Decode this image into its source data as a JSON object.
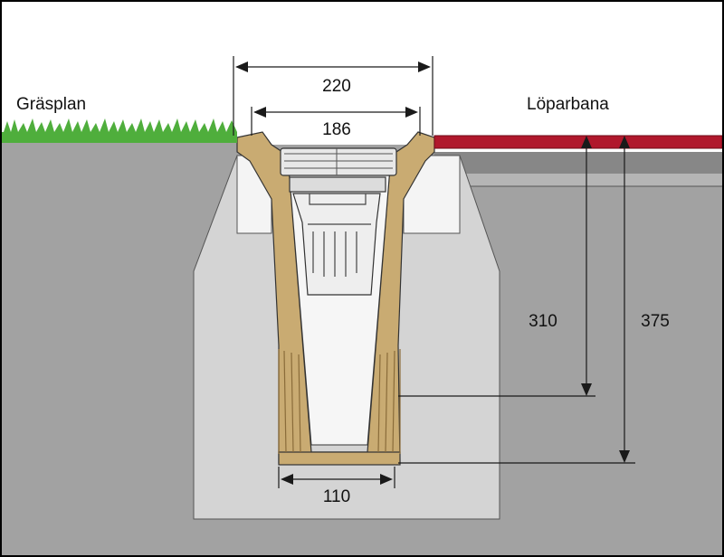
{
  "labels": {
    "left_surface": "Gräsplan",
    "right_surface": "Löparbana"
  },
  "dimensions": {
    "outer_width": "220",
    "inner_width": "186",
    "bottom_width": "110",
    "depth_inner": "310",
    "depth_outer": "375"
  },
  "colors": {
    "ground": "#a2a2a2",
    "backfill": "#d4d4d4",
    "concrete": "#c9ab72",
    "track": "#b0182c",
    "grass": "#4fae3c",
    "line": "#1a1a1a"
  }
}
